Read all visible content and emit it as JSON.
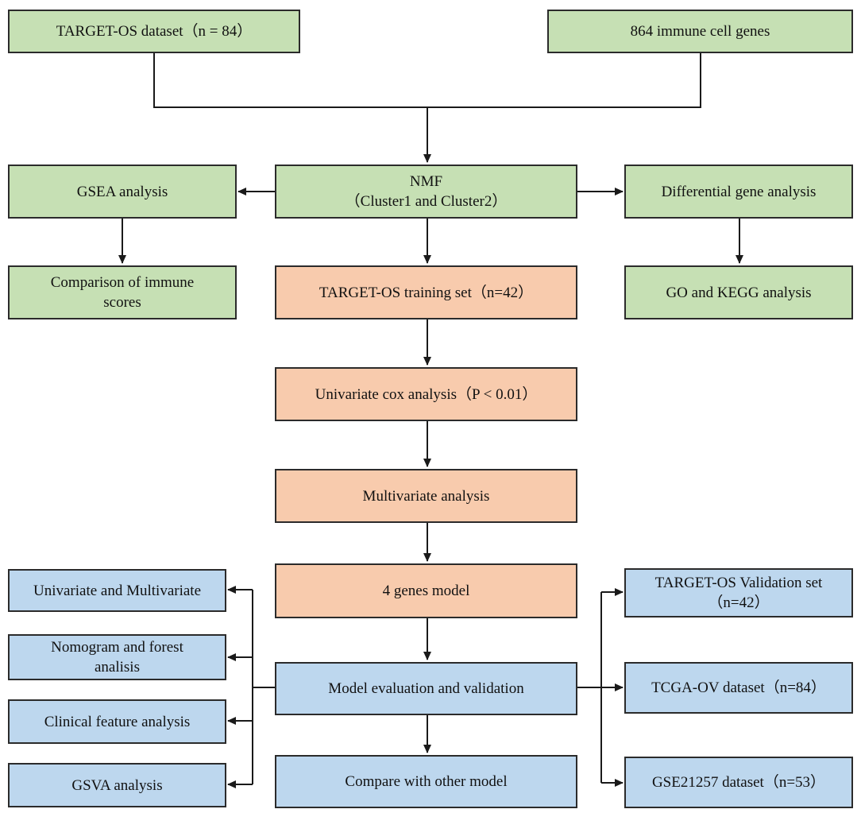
{
  "colors": {
    "green": "#c6e0b4",
    "orange": "#f8cbad",
    "blue": "#bdd7ee",
    "line": "#1a1a1a"
  },
  "boxes": {
    "target_os_dataset": "TARGET-OS dataset（n = 84）",
    "immune_genes": "864 immune cell genes",
    "nmf": "NMF\n（Cluster1 and Cluster2）",
    "gsea": "GSEA analysis",
    "differential": "Differential gene analysis",
    "immune_scores": "Comparison of immune\nscores",
    "training_set": "TARGET-OS training set（n=42）",
    "go_kegg": "GO and KEGG analysis",
    "univariate_cox": "Univariate cox analysis（P < 0.01）",
    "multivariate": "Multivariate analysis",
    "four_genes": "4  genes model",
    "uni_multi": "Univariate and Multivariate",
    "nomogram": "Nomogram and forest\nanalisis",
    "clinical": "Clinical feature analysis",
    "gsva": "GSVA analysis",
    "model_eval": "Model evaluation and validation",
    "compare": "Compare with other model",
    "validation_set": "TARGET-OS Validation set\n（n=42）",
    "tcga": "TCGA-OV dataset（n=84）",
    "gse": "GSE21257 dataset（n=53）"
  }
}
